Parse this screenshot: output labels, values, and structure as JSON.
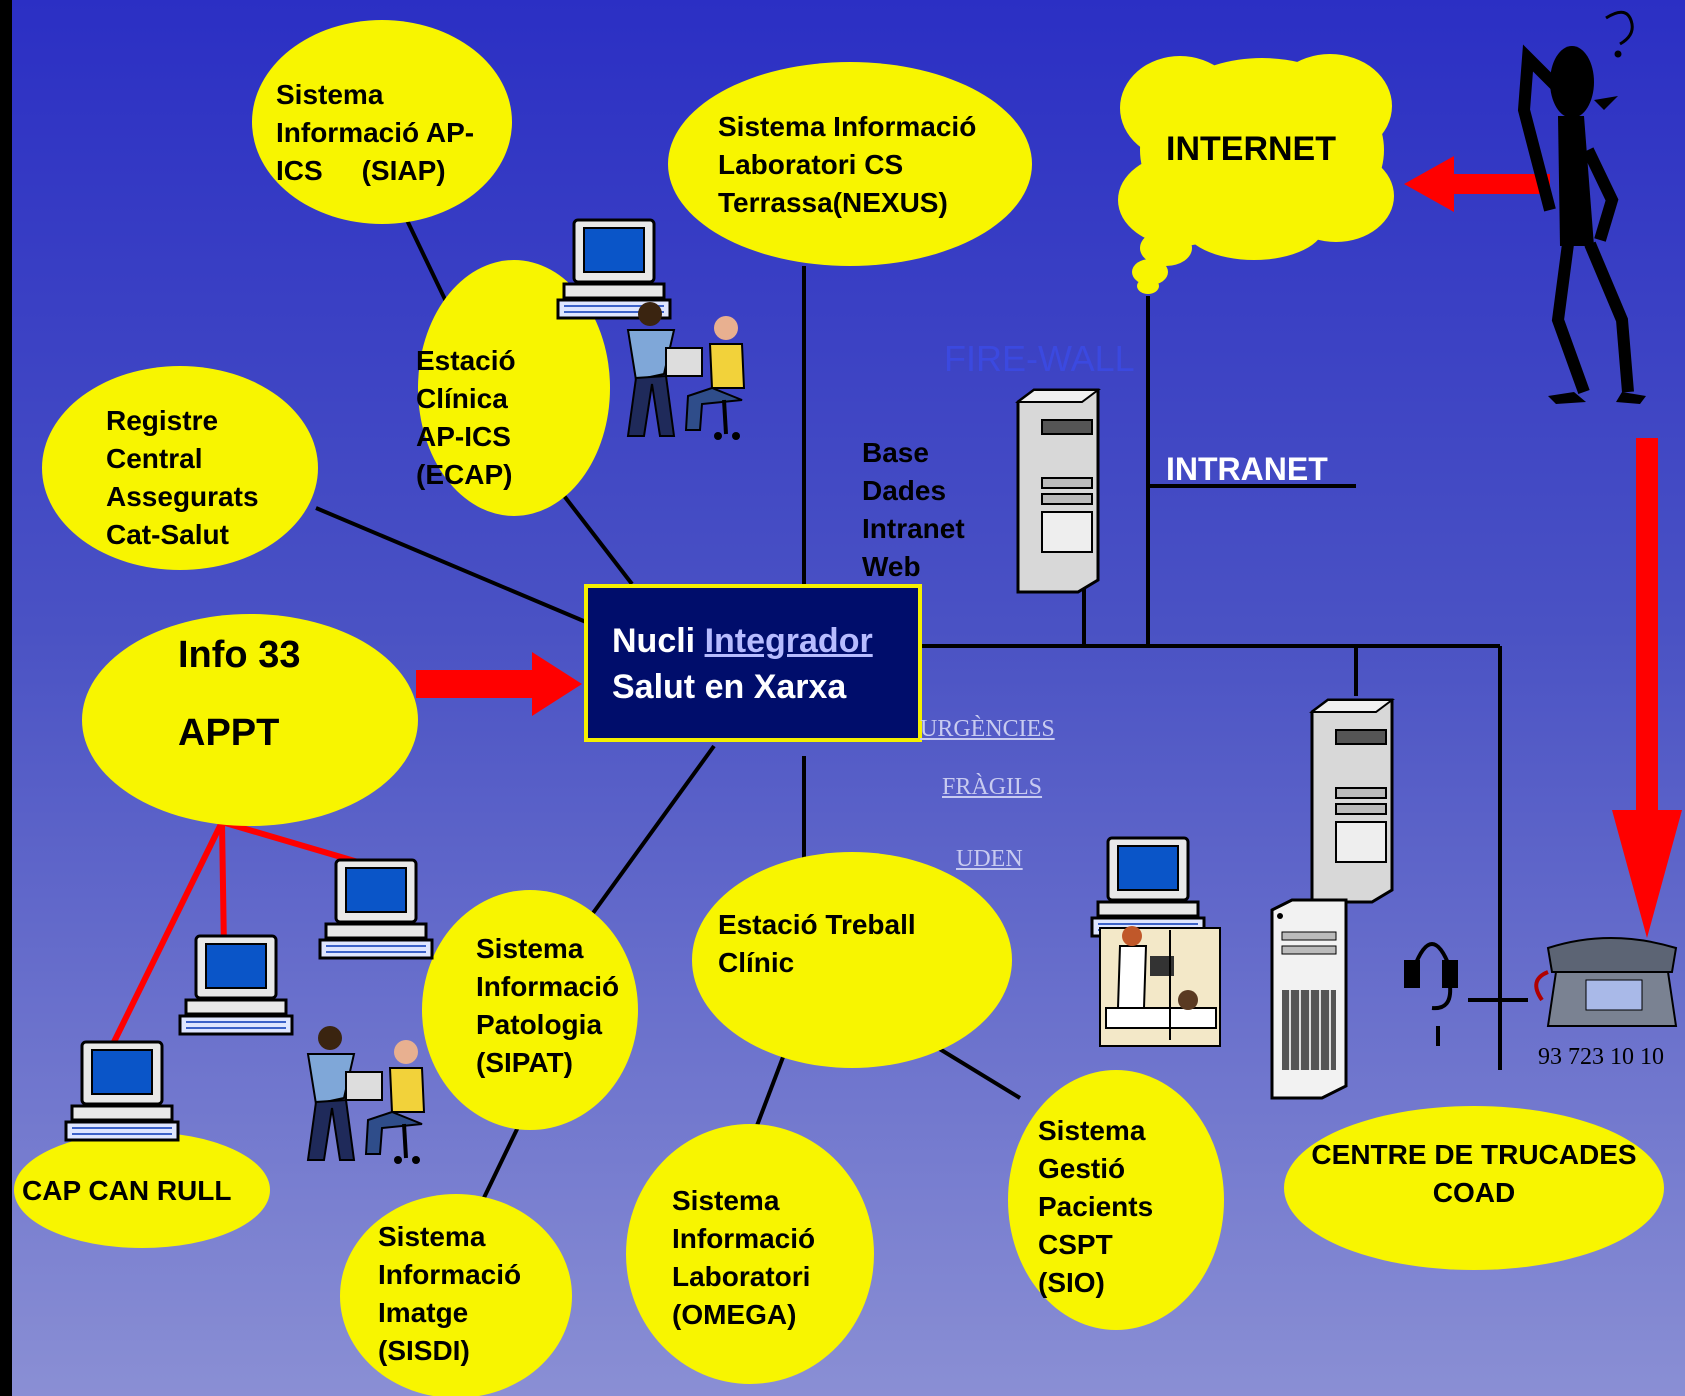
{
  "nodes": {
    "siap": "Sistema\nInformació AP-\nICS     (SIAP)",
    "nexus": "Sistema Informació\nLaboratori CS\nTerrassa(NEXUS)",
    "internet": "INTERNET",
    "ecap": "Estació\nClínica\nAP-ICS\n(ECAP)",
    "registre": "Registre\nCentral\nAssegurats\nCat-Salut",
    "info33_line1": "Info 33",
    "info33_line2": "APPT",
    "base_dades": "Base\nDades\nIntranet\nWeb",
    "intranet": "INTRANET",
    "sipat": "Sistema\nInformació\nPatologia\n(SIPAT)",
    "estacio_treball": "Estació Treball\nClínic",
    "cap_can_rull": "CAP CAN RULL",
    "sisdi": "Sistema\nInformació\nImatge\n(SISDI)",
    "omega": "Sistema\nInformació\nLaboratori\n(OMEGA)",
    "sio": "Sistema\nGestió\nPacients\nCSPT\n(SIO)",
    "centre_trucades": "CENTRE DE TRUCADES\nCOAD"
  },
  "nucli": {
    "word1": "Nucli",
    "word2": "Integrador",
    "line2": "Salut en Xarxa"
  },
  "links": {
    "urgencies": "URGÈNCIES",
    "fragils": "FRÀGILS",
    "uden": "UDEN"
  },
  "firewall": "FIRE-WALL",
  "phone_number": "93 723 10 10",
  "colors": {
    "ellipse": "#f8f500",
    "arrow": "#ff0000",
    "nucli_bg": "#000d6b",
    "nucli_border": "#f5f000"
  },
  "icons": [
    "computer-icon",
    "doctor-patient-icon",
    "server-icon",
    "thinking-person-icon",
    "telephone-icon",
    "headset-icon",
    "hospital-bed-icon"
  ]
}
